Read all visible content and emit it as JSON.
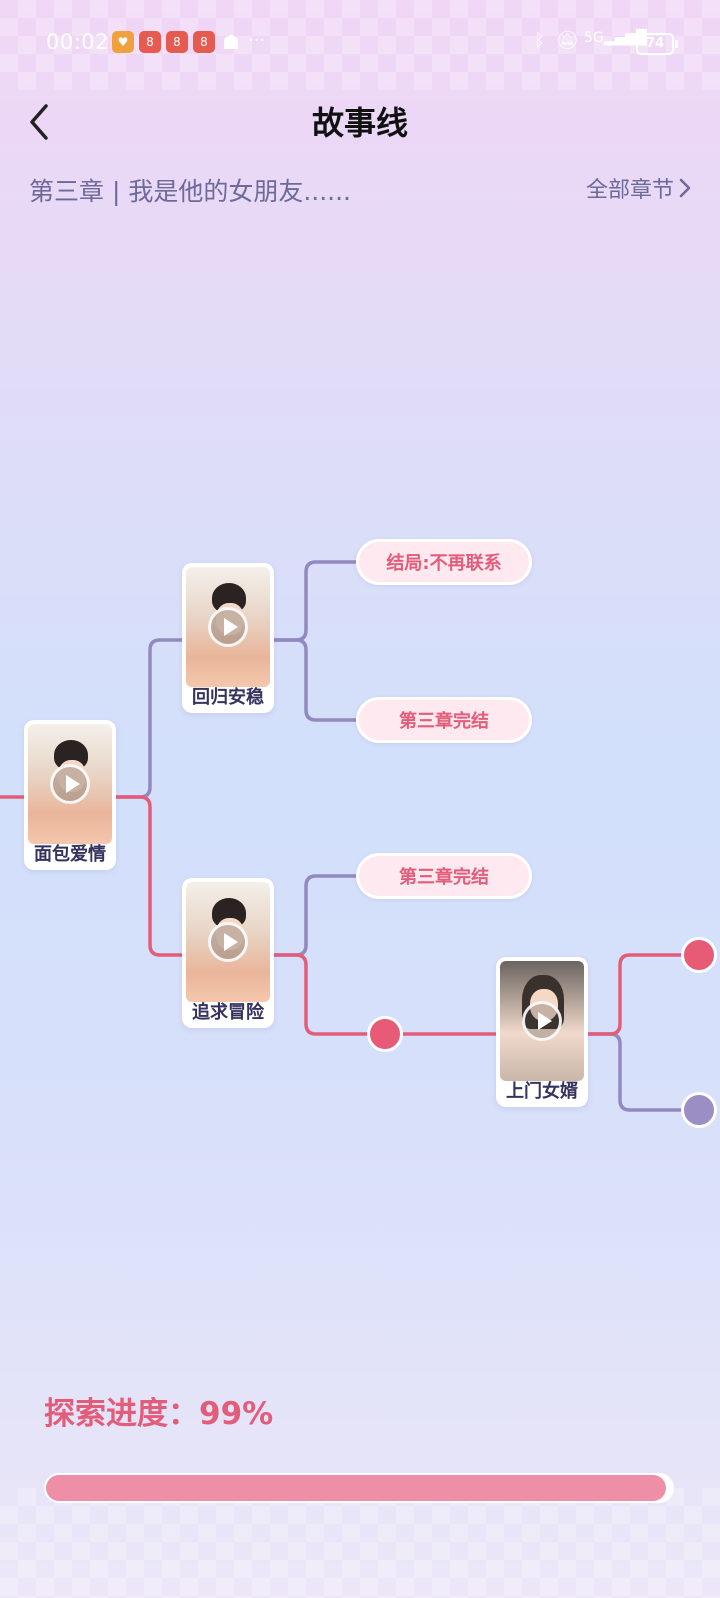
{
  "status_bar": {
    "time": "00:02",
    "icons": [
      "app-heart-icon",
      "app-notice-icon",
      "app-notice-icon",
      "app-notice-icon",
      "qq-icon",
      "more-dots-icon"
    ],
    "right_icons": [
      "bluetooth-icon",
      "mute-bell-icon",
      "signal-5g-icon"
    ],
    "battery": "74"
  },
  "header": {
    "title": "故事线",
    "chapter": "第三章 | 我是他的女朋友......",
    "all_chapters": "全部章节"
  },
  "story_nodes": {
    "root": "面包爱情",
    "upper": "回归安稳",
    "lower": "追求冒险",
    "far": "上门女婿"
  },
  "endings": {
    "e1": "结局:不再联系",
    "e2": "第三章完结",
    "e3": "第三章完结"
  },
  "colors": {
    "path_red": "#e35d7b",
    "path_purple": "#9189c0",
    "pill_bg": "#fde9ef"
  },
  "progress": {
    "label": "探索进度：99%",
    "value": 0.99
  }
}
